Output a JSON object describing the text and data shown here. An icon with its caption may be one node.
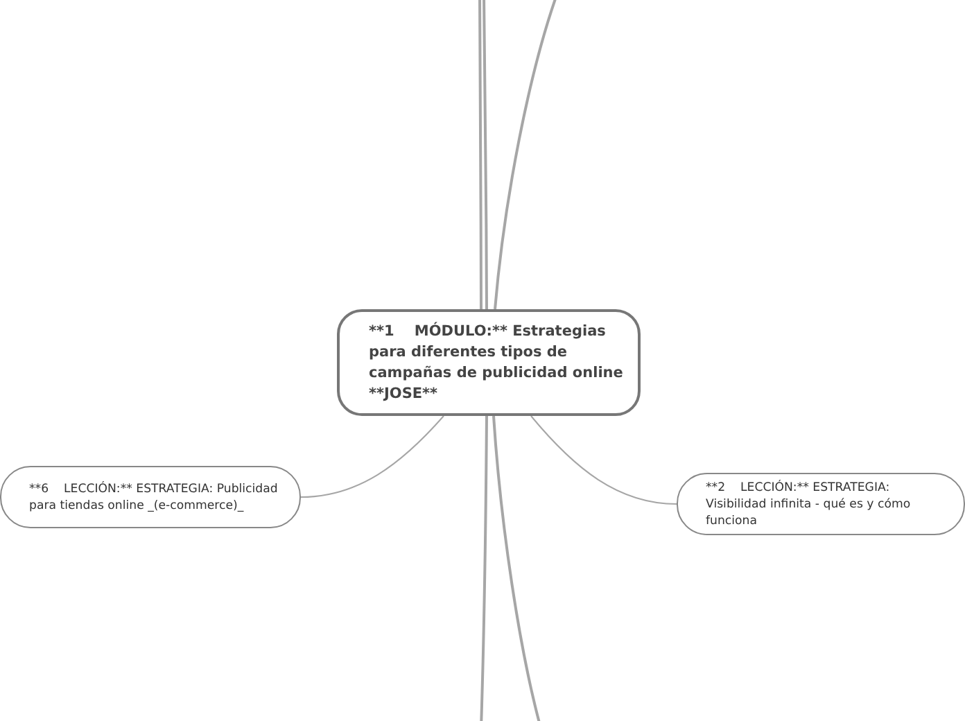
{
  "diagram": {
    "nodes": [
      {
        "text": [
          "**1    MÓDULO:** Estrategias para diferentes tipos de campañas de publicidad online **JOSE**"
        ]
      },
      {
        "text": [
          "**6    LECCIÓN:** ESTRATEGIA: Publicidad para tiendas online _(e-commerce)_"
        ]
      },
      {
        "text": [
          "**2    LECCIÓN:** ESTRATEGIA: Visibilidad infinita - qué es y cómo funciona"
        ]
      }
    ],
    "edges": [
      {
        "from": 0,
        "to": null,
        "arrow": "none"
      },
      {
        "from": 0,
        "to": null,
        "arrow": "none"
      },
      {
        "from": 0,
        "to": null,
        "arrow": "none"
      },
      {
        "from": 0,
        "to": 1,
        "arrow": "none"
      },
      {
        "from": 0,
        "to": 2,
        "arrow": "none"
      },
      {
        "from": 0,
        "to": null,
        "arrow": "none"
      },
      {
        "from": 0,
        "to": null,
        "arrow": "none"
      }
    ]
  }
}
